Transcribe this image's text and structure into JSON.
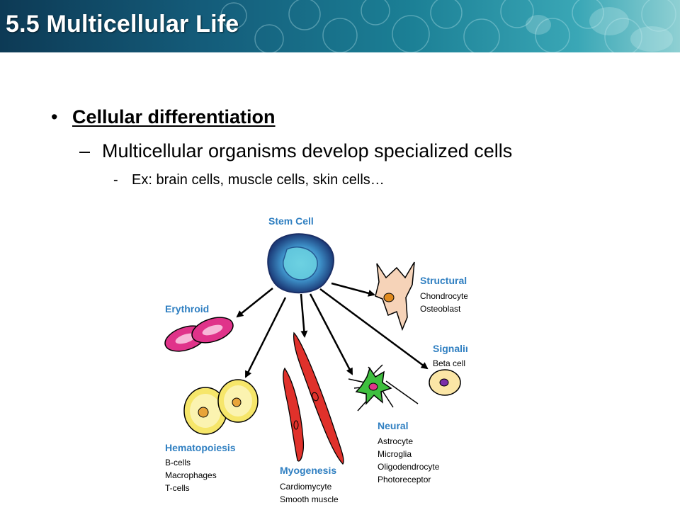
{
  "slide": {
    "title": "5.5 Multicellular Life",
    "bullet_marker": "•",
    "sub_marker": "–",
    "subsub_marker": "-",
    "heading": "Cellular differentiation",
    "point": "Multicellular organisms develop specialized cells",
    "example": "Ex: brain cells, muscle cells, skin cells…"
  },
  "diagram": {
    "accent_color": "#2f7fc1",
    "stem_cell": {
      "label": "Stem Cell"
    },
    "structural": {
      "label": "Structural",
      "items": [
        "Chondrocyte",
        "Osteoblast"
      ]
    },
    "erythroid": {
      "label": "Erythroid"
    },
    "signaling": {
      "label": "Signaling",
      "items": [
        "Beta cell"
      ]
    },
    "hematopoiesis": {
      "label": "Hematopoiesis",
      "items": [
        "B-cells",
        "Macrophages",
        "T-cells"
      ]
    },
    "neural": {
      "label": "Neural",
      "items": [
        "Astrocyte",
        "Microglia",
        "Oligodendrocyte",
        "Photoreceptor"
      ]
    },
    "myogenesis": {
      "label": "Myogenesis",
      "items": [
        "Cardiomycyte",
        "Smooth muscle"
      ]
    }
  }
}
